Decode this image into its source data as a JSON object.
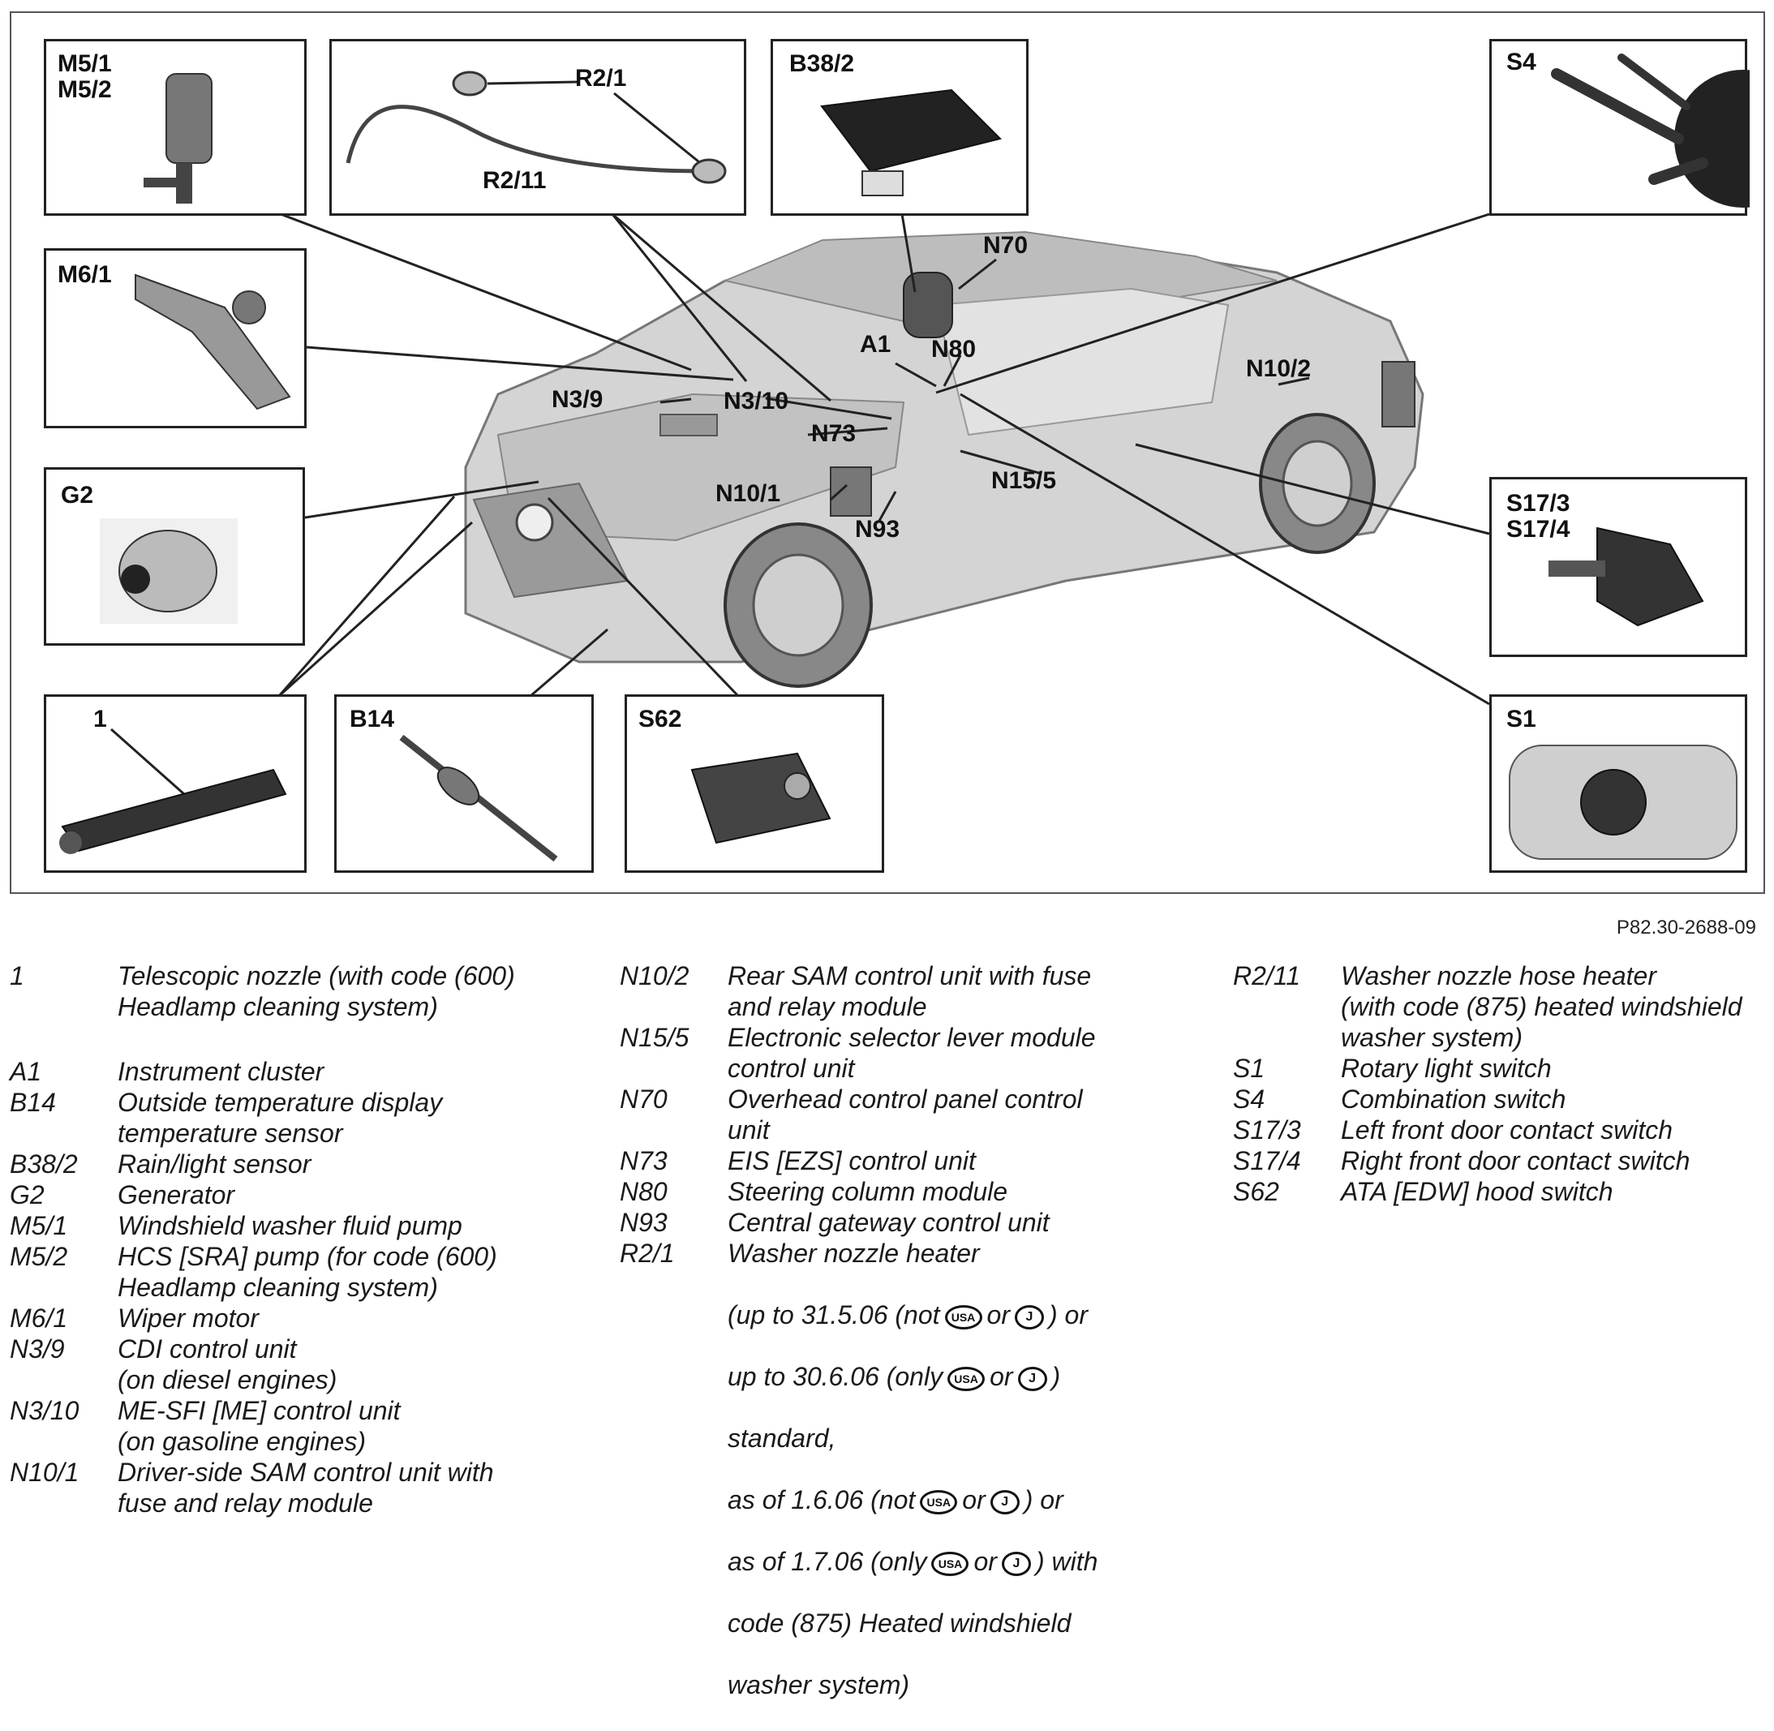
{
  "figure_id": "P82.30-2688-09",
  "panels": [
    {
      "id": "m5",
      "label": "M5/1\nM5/2",
      "icon": "washer-pump-icon"
    },
    {
      "id": "r2",
      "label": "",
      "icon": "nozzle-hose-heater-icon"
    },
    {
      "id": "b38",
      "label": "B38/2",
      "icon": "rain-light-sensor-icon"
    },
    {
      "id": "s4",
      "label": "S4",
      "icon": "combination-switch-icon"
    },
    {
      "id": "m6",
      "label": "M6/1",
      "icon": "wiper-motor-icon"
    },
    {
      "id": "g2",
      "label": "G2",
      "icon": "generator-icon"
    },
    {
      "id": "s17",
      "label": "S17/3\nS17/4",
      "icon": "door-contact-switch-icon"
    },
    {
      "id": "p1",
      "label": "1",
      "icon": "telescopic-nozzle-icon"
    },
    {
      "id": "b14",
      "label": "B14",
      "icon": "temperature-sensor-icon"
    },
    {
      "id": "s62",
      "label": "S62",
      "icon": "hood-switch-icon"
    },
    {
      "id": "s1",
      "label": "S1",
      "icon": "rotary-light-switch-icon"
    }
  ],
  "panel_inner_labels": [
    "R2/1",
    "R2/11"
  ],
  "callouts": [
    "N70",
    "A1",
    "N80",
    "N10/2",
    "N3/9",
    "N3/10",
    "N73",
    "N10/1",
    "N15/5",
    "N93"
  ],
  "legend": {
    "col1": [
      {
        "code": "1",
        "lines": [
          "Telescopic nozzle (with code (600)",
          "Headlamp cleaning system)"
        ]
      },
      {
        "code": "A1",
        "lines": [
          "Instrument cluster"
        ]
      },
      {
        "code": "B14",
        "lines": [
          "Outside temperature display",
          "temperature sensor"
        ]
      },
      {
        "code": "B38/2",
        "lines": [
          "Rain/light sensor"
        ]
      },
      {
        "code": "G2",
        "lines": [
          "Generator"
        ]
      },
      {
        "code": "M5/1",
        "lines": [
          "Windshield washer fluid pump"
        ]
      },
      {
        "code": "M5/2",
        "lines": [
          "HCS [SRA] pump (for code (600)",
          "Headlamp cleaning system)"
        ]
      },
      {
        "code": "M6/1",
        "lines": [
          "Wiper motor"
        ]
      },
      {
        "code": "N3/9",
        "lines": [
          "CDI control unit",
          "(on diesel engines)"
        ]
      },
      {
        "code": "N3/10",
        "lines": [
          "ME-SFI [ME] control unit",
          "(on gasoline engines)"
        ]
      },
      {
        "code": "N10/1",
        "lines": [
          "Driver-side SAM control unit with",
          "fuse and relay module"
        ]
      }
    ],
    "col2": [
      {
        "code": "N10/2",
        "lines": [
          "Rear SAM control unit with fuse",
          "and relay module"
        ]
      },
      {
        "code": "N15/5",
        "lines": [
          "Electronic selector lever module",
          "control unit"
        ]
      },
      {
        "code": "N70",
        "lines": [
          "Overhead control panel control",
          "unit"
        ]
      },
      {
        "code": "N73",
        "lines": [
          "EIS [EZS] control unit"
        ]
      },
      {
        "code": "N80",
        "lines": [
          "Steering column module"
        ]
      },
      {
        "code": "N93",
        "lines": [
          "Central gateway control unit"
        ]
      },
      {
        "code": "R2/1",
        "lines": [
          "Washer nozzle heater"
        ]
      }
    ],
    "r21_detail": {
      "l1a": "(up to 31.5.06 (not",
      "or": "or",
      "l1c": ") or",
      "l2a": "up to 30.6.06 (only",
      "l2c": ")",
      "l3": "standard,",
      "l4a": "as of 1.6.06 (not",
      "l4c": ") or",
      "l5a": "as of 1.7.06 (only",
      "l5c": ") with",
      "l6": "code (875) Heated windshield",
      "l7": "washer system)",
      "usa": "USA",
      "j": "J"
    },
    "col3": [
      {
        "code": "R2/11",
        "lines": [
          "Washer nozzle hose heater",
          "(with code (875) heated windshield",
          "washer system)"
        ]
      },
      {
        "code": "S1",
        "lines": [
          "Rotary light switch"
        ]
      },
      {
        "code": "S4",
        "lines": [
          "Combination switch"
        ]
      },
      {
        "code": "S17/3",
        "lines": [
          "Left front door contact switch"
        ]
      },
      {
        "code": "S17/4",
        "lines": [
          "Right front door contact switch"
        ]
      },
      {
        "code": "S62",
        "lines": [
          "ATA [EDW] hood switch"
        ]
      }
    ]
  }
}
